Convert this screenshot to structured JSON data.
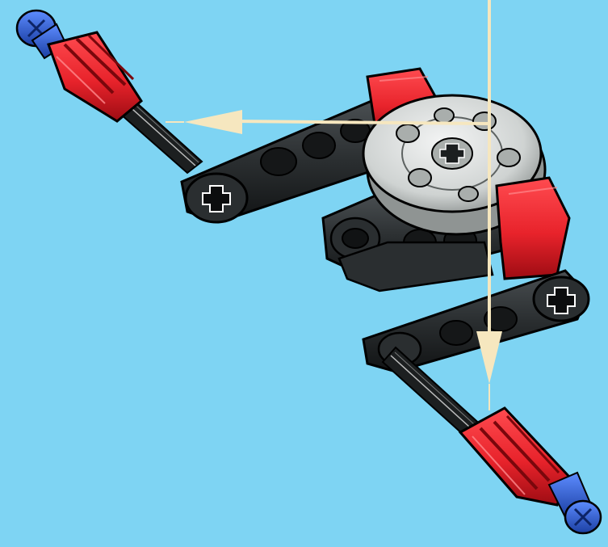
{
  "diagram": {
    "background_color": "#7ed4f3",
    "colors": {
      "beam": "#2a2e30",
      "beam_dark": "#151718",
      "bush": "#e8232b",
      "bush_dark": "#a80f16",
      "axle_tip": "#2f5fcf",
      "gear": "#cfd3d2",
      "gear_dark": "#8f9493",
      "arrow": "#f6e7bf"
    },
    "parts": [
      {
        "name": "upper-axle",
        "icon": "axle-icon"
      },
      {
        "name": "upper-bush",
        "icon": "bush-icon"
      },
      {
        "name": "upper-crank-beam",
        "icon": "beam-icon"
      },
      {
        "name": "upper-red-connector",
        "icon": "connector-icon"
      },
      {
        "name": "center-gear",
        "icon": "gear-icon"
      },
      {
        "name": "lower-red-connector",
        "icon": "connector-icon"
      },
      {
        "name": "lower-crank-beam",
        "icon": "beam-icon"
      },
      {
        "name": "lower-bush",
        "icon": "bush-icon"
      },
      {
        "name": "lower-axle",
        "icon": "axle-icon"
      }
    ],
    "arrows": [
      {
        "name": "arrow-down",
        "direction": "down"
      },
      {
        "name": "arrow-left",
        "direction": "left"
      }
    ]
  }
}
